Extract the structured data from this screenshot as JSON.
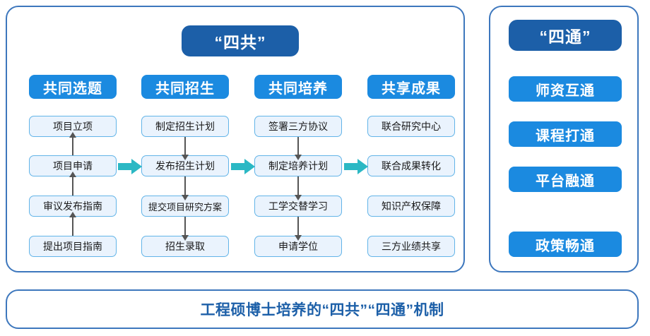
{
  "left_panel": {
    "title": "“四共”",
    "columns": [
      {
        "header": "共同选题",
        "arrow_direction": "up",
        "nodes": [
          "项目立项",
          "项目申请",
          "审议发布指南",
          "提出项目指南"
        ]
      },
      {
        "header": "共同招生",
        "arrow_direction": "down",
        "nodes": [
          "制定招生计划",
          "发布招生计划",
          "提交项目研究方案",
          "招生录取"
        ]
      },
      {
        "header": "共同培养",
        "arrow_direction": "down",
        "nodes": [
          "签署三方协议",
          "制定培养计划",
          "工学交替学习",
          "申请学位"
        ]
      },
      {
        "header": "共享成果",
        "arrow_direction": "none",
        "nodes": [
          "联合研究中心",
          "联合成果转化",
          "知识产权保障",
          "三方业绩共享"
        ]
      }
    ],
    "stage_arrows": [
      "stage-arrow-1",
      "stage-arrow-2",
      "stage-arrow-3"
    ]
  },
  "right_panel": {
    "title": "“四通”",
    "items": [
      "师资互通",
      "课程打通",
      "平台融通",
      "政策畅通"
    ]
  },
  "bottom_banner": {
    "text": "工程硕博士培养的“四共”“四通”机制"
  },
  "colors": {
    "panel_border": "#3d77bd",
    "title_blue": "#1c5fa8",
    "header_blue": "#1b8ae0",
    "node_fill": "#eaf3fd",
    "node_border": "#62b4e8",
    "stage_arrow_teal": "#2bb8c4",
    "connector_gray": "#555555",
    "banner_text": "#1c5fa8"
  }
}
